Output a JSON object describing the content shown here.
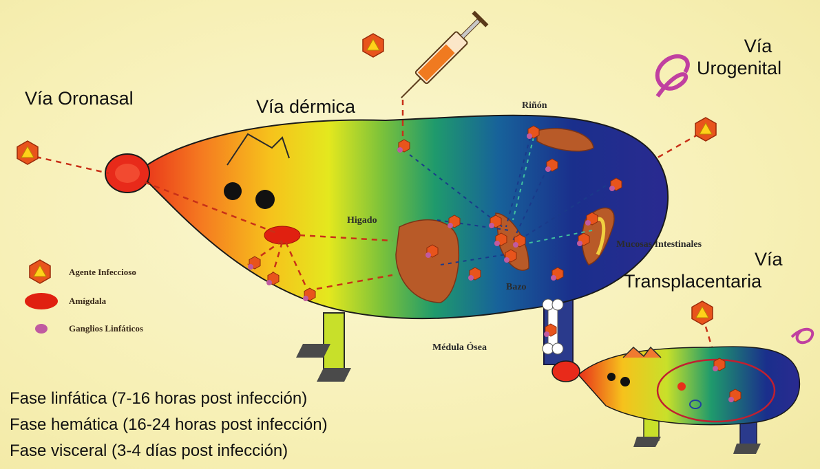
{
  "routes": {
    "oronasal": "Vía Oronasal",
    "dermal": "Vía dérmica",
    "urogenital_line1": "Vía",
    "urogenital_line2": "Urogenital",
    "transplacental_line1": "Vía",
    "transplacental_line2": "Transplacentaria"
  },
  "organs": {
    "kidney": "Riñón",
    "liver": "Higado",
    "intestinal_mucosa": "Mucosas Intestinales",
    "spleen": "Bazo",
    "bone_marrow": "Médula Ósea"
  },
  "legend": {
    "agent": "Agente Infeccioso",
    "tonsil": "Amígdala",
    "lymph_nodes": "Ganglios Linfáticos"
  },
  "phases": [
    "Fase linfática (7-16 horas post infección)",
    "Fase hemática (16-24 horas post infección)",
    "Fase visceral (3-4 días post infección)"
  ],
  "colors": {
    "virus_orange": "#e8541c",
    "virus_yellow": "#ffd21a",
    "tonsil_red": "#e02010",
    "lymph_node_pink": "#c05aa0",
    "organ_brown": "#b85a28",
    "route_line": "#c83018"
  }
}
